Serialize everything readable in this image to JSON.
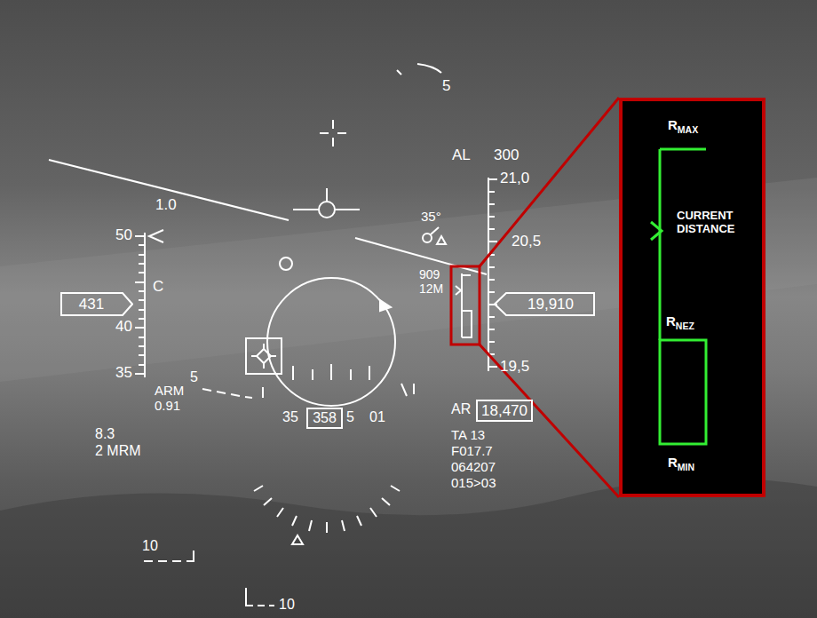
{
  "diagram": {
    "nodes": [
      {
        "text": [
          "431"
        ]
      },
      {
        "text": [
          "19,910"
        ]
      },
      {
        "text": [
          "RMAX",
          "CURRENT DISTANCE",
          "RNEZ",
          "RMIN"
        ]
      },
      {
        "text": [
          "18,470"
        ]
      },
      {
        "text": [
          "358"
        ]
      }
    ],
    "labels": [
      "5",
      "AL",
      "300",
      "21,0",
      "1.0",
      "35°",
      "50",
      "20,5",
      "909",
      "12M",
      "C",
      "40",
      "19,5",
      "35",
      "ARM",
      "5",
      "0.91",
      "AR",
      "35",
      "5",
      "01",
      "8.3",
      "TA 13",
      "2 MRM",
      "F017.7",
      "064207",
      "015>03",
      "10",
      "10"
    ]
  }
}
